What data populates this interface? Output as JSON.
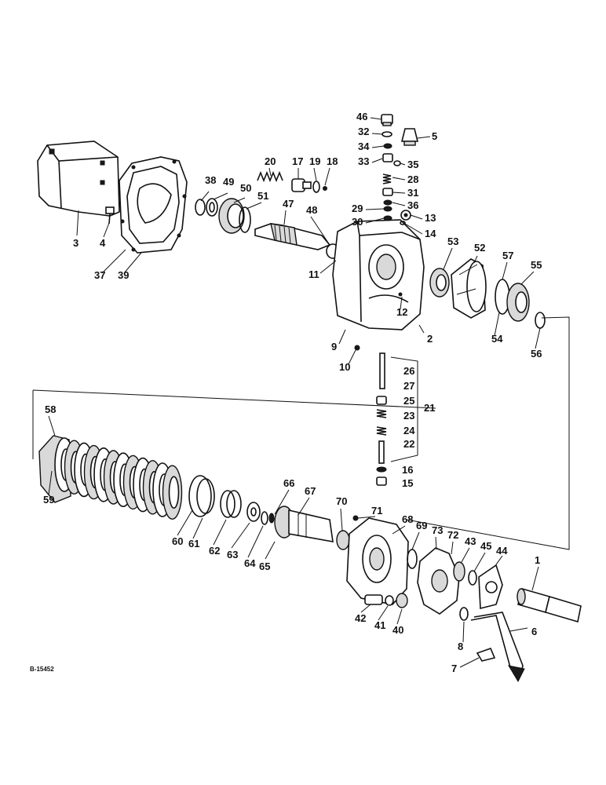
{
  "drawing_code": "B-15452",
  "callouts": {
    "c1": "1",
    "c2": "2",
    "c3": "3",
    "c4": "4",
    "c5": "5",
    "c6": "6",
    "c7": "7",
    "c8": "8",
    "c9": "9",
    "c10": "10",
    "c11": "11",
    "c12": "12",
    "c13": "13",
    "c14": "14",
    "c15": "15",
    "c16": "16",
    "c17": "17",
    "c18": "18",
    "c19": "19",
    "c20": "20",
    "c21": "21",
    "c22": "22",
    "c23": "23",
    "c24": "24",
    "c25": "25",
    "c26": "26",
    "c27": "27",
    "c28": "28",
    "c29": "29",
    "c30": "30",
    "c31": "31",
    "c32": "32",
    "c33": "33",
    "c34": "34",
    "c35": "35",
    "c36": "36",
    "c37": "37",
    "c38": "38",
    "c39": "39",
    "c40": "40",
    "c41": "41",
    "c42": "42",
    "c43": "43",
    "c44": "44",
    "c45": "45",
    "c46": "46",
    "c47": "47",
    "c48": "48",
    "c49": "49",
    "c50": "50",
    "c51": "51",
    "c52": "52",
    "c53": "53",
    "c54": "54",
    "c55": "55",
    "c56": "56",
    "c57": "57",
    "c58": "58",
    "c59": "59",
    "c60": "60",
    "c61": "61",
    "c62": "62",
    "c63": "63",
    "c64": "64",
    "c65": "65",
    "c66": "66",
    "c67": "67",
    "c68": "68",
    "c69": "69",
    "c70": "70",
    "c71": "71",
    "c72": "72",
    "c73": "73"
  }
}
